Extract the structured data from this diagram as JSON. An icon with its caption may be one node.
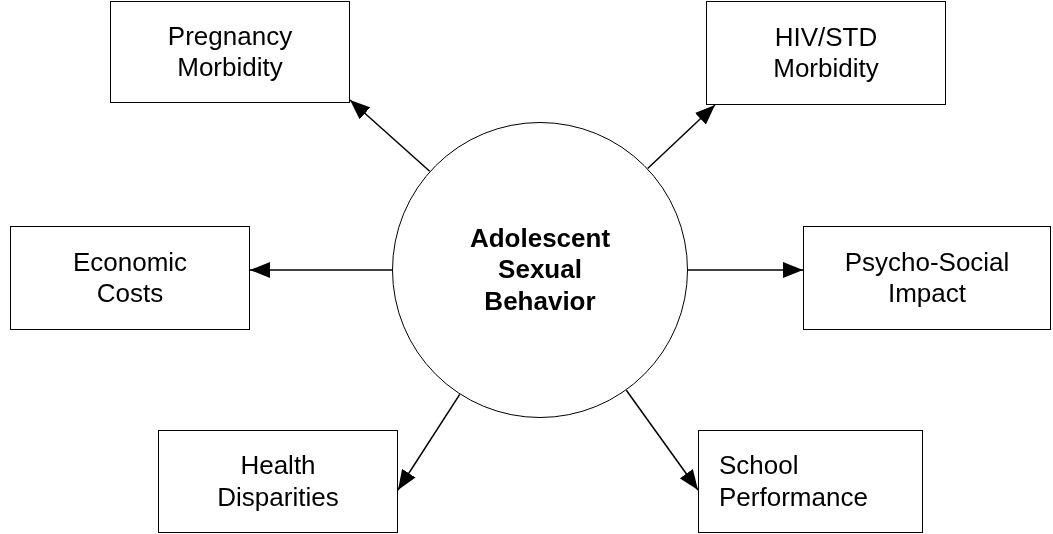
{
  "diagram": {
    "nodes": [
      {
        "text": [
          "Pregnancy Morbidity"
        ]
      },
      {
        "text": [
          "HIV/STD Morbidity"
        ]
      },
      {
        "text": [
          "Economic Costs"
        ]
      },
      {
        "text": [
          "Adolescent Sexual Behavior"
        ]
      },
      {
        "text": [
          "Psycho-Social Impact"
        ]
      },
      {
        "text": [
          "Health Disparities"
        ]
      },
      {
        "text": [
          "School Performance"
        ]
      }
    ],
    "edges": [
      {
        "from": 3,
        "to": 0,
        "arrow": "to"
      },
      {
        "from": 3,
        "to": 1,
        "arrow": "to"
      },
      {
        "from": 3,
        "to": 2,
        "arrow": "to"
      },
      {
        "from": 3,
        "to": 4,
        "arrow": "to"
      },
      {
        "from": 3,
        "to": 5,
        "arrow": "to"
      },
      {
        "from": 3,
        "to": 6,
        "arrow": "to"
      }
    ]
  }
}
